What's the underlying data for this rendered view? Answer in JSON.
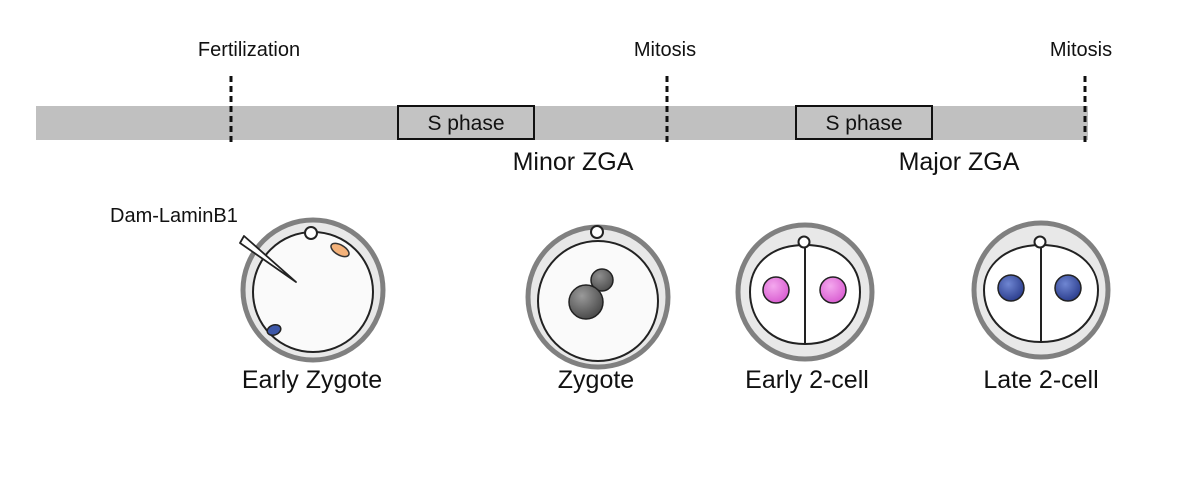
{
  "timeline": {
    "events": [
      {
        "label": "Fertilization"
      },
      {
        "label": "Mitosis"
      },
      {
        "label": "Mitosis"
      }
    ],
    "phases": [
      {
        "label": "S phase"
      },
      {
        "label": "S phase"
      }
    ],
    "zga": [
      {
        "label": "Minor ZGA"
      },
      {
        "label": "Major ZGA"
      }
    ]
  },
  "injection": {
    "label": "Dam-LaminB1"
  },
  "stages": [
    {
      "label": "Early Zygote"
    },
    {
      "label": "Zygote"
    },
    {
      "label": "Early 2-cell"
    },
    {
      "label": "Late 2-cell"
    }
  ],
  "colors": {
    "bar": "#c0c0c0",
    "zona": "#808080",
    "perivitelline": "#e8e8e8",
    "cell": "#fafafa",
    "pronucleus": "#5a5a5a",
    "nucleus_early": "#e070d8",
    "nucleus_late": "#34479a",
    "tag_orange": "#f4b27a",
    "tag_blue": "#3d57a8"
  }
}
